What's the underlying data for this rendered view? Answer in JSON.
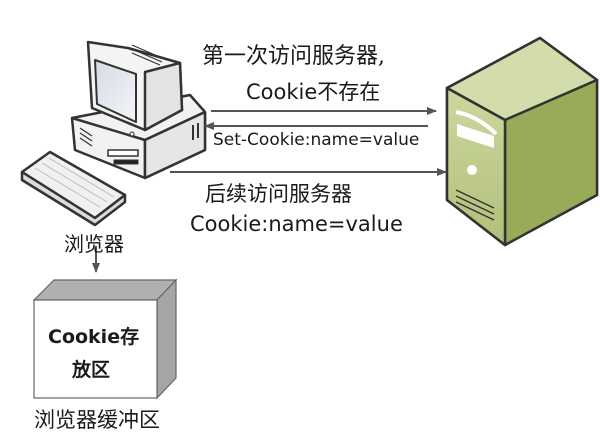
{
  "diagram": {
    "client_label": "浏览器",
    "request1_line1": "第一次访问服务器,",
    "request1_line2": "Cookie不存在",
    "response1": "Set-Cookie:name=value",
    "request2_line1": "后续访问服务器",
    "request2_line2": "Cookie:name=value",
    "store_box_line1": "Cookie存",
    "store_box_line2": "放区",
    "store_label": "浏览器缓冲区"
  },
  "colors": {
    "server_front": "#bfcb8e",
    "server_side": "#9aae5a",
    "arrow": "#555555"
  }
}
